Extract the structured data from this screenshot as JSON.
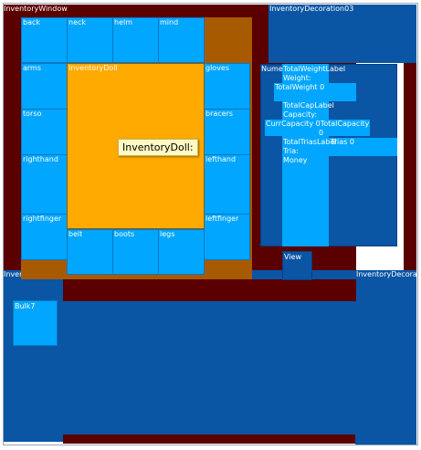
{
  "colors": {
    "window_bg": "#5a0000",
    "panel_blue": "#0a55a4",
    "slot_blue": "#00a6ff",
    "doll_bg": "#a85a00",
    "doll_center": "#ffaa00",
    "tooltip_bg": "#fff9c4",
    "text": "#ffffff"
  },
  "window": {
    "title": "InventoryWindow"
  },
  "decoration_top": {
    "title": "InventoryDecoration03"
  },
  "decoration_left": {
    "title": "Inver"
  },
  "decoration_right": {
    "title": "InventoryDecora"
  },
  "doll": {
    "center_label": "InventoryDoll",
    "tooltip": "InventoryDoll:",
    "slots": {
      "back": "back",
      "neck": "neck",
      "helm": "helm",
      "mind": "mind",
      "arms": "arms",
      "gloves": "gloves",
      "torso": "torso",
      "bracers": "bracers",
      "righthand": "righthand",
      "lefthand": "lefthand",
      "rightfinger": "rightfinger",
      "leftfinger": "leftfinger",
      "belt": "belt",
      "boots": "boots",
      "legs": "legs"
    }
  },
  "stats": {
    "numeric_label": "Nume",
    "total_weight_label": "TotalWeightLabel",
    "weight_text": "Weight:",
    "total_weight": "TotalWeight 0",
    "total_cap_label": "TotalCapLabel",
    "capacity_text": "Capacity:",
    "curr_capacity": "CurrCapacity 0TotalCapacity",
    "capacity_zero": "0",
    "total_trias_label": "TotalTriasLabel",
    "trias_value": "Trias 0",
    "trias_text": "Tria:",
    "money_text": "Money"
  },
  "view_button": {
    "label": "View"
  },
  "bulk": {
    "label": "Bulk7"
  }
}
